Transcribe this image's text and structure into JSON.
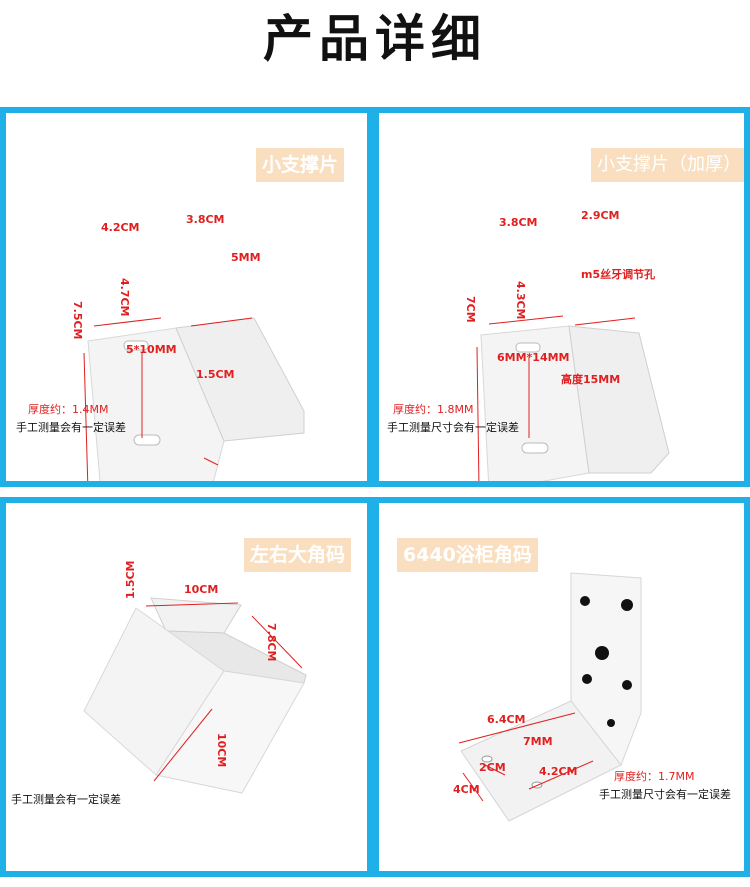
{
  "page": {
    "title": "产品详细"
  },
  "accent": "#1fb0e8",
  "tag_color": "#f9dfc0",
  "dimension_color": "#e02020",
  "panels": [
    {
      "tag": "小支撑片",
      "dims": {
        "width_a": "4.2CM",
        "width_b": "3.8CM",
        "hole": "5MM",
        "slot_span": "4.7CM",
        "height": "7.5CM",
        "slot": "5*10MM",
        "fold": "1.5CM"
      },
      "thickness": "厚度约：1.4MM",
      "disclaimer": "手工测量会有一定误差"
    },
    {
      "tag": "小支撑片（加厚）",
      "dims": {
        "width_a": "3.8CM",
        "width_b": "2.9CM",
        "hole": "m5丝牙调节孔",
        "slot_span": "4.3CM",
        "height": "7CM",
        "slot": "6MM*14MM",
        "fold": "高度15MM"
      },
      "thickness": "厚度约：1.8MM",
      "disclaimer": "手工测量尺寸会有一定误差"
    },
    {
      "tag": "左右大角码",
      "dims": {
        "edge": "1.5CM",
        "top": "10CM",
        "depth": "7.8CM",
        "height": "10CM"
      },
      "disclaimer": "手工测量会有一定误差"
    },
    {
      "tag": "6440浴柜角码",
      "dims": {
        "length": "6.4CM",
        "hole": "7MM",
        "hole_gap": "2CM",
        "base": "4.2CM",
        "width": "4CM"
      },
      "thickness": "厚度约：1.7MM",
      "disclaimer": "手工测量尺寸会有一定误差"
    }
  ]
}
